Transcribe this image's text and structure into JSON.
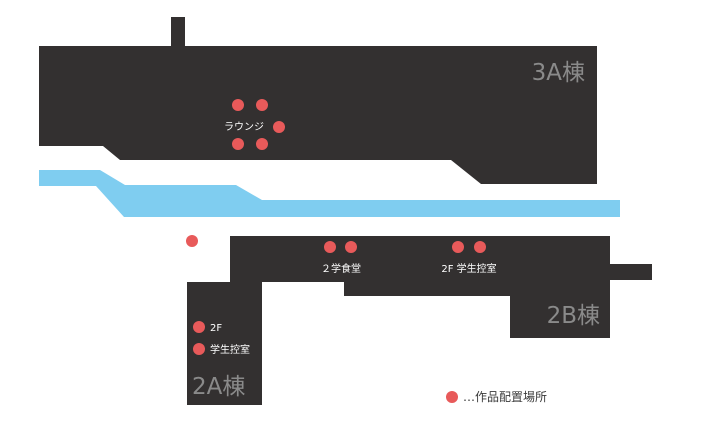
{
  "colors": {
    "building": "#333030",
    "corridor": "#7fcdf0",
    "marker": "#e85a5a",
    "building_label": "#8a8a8a",
    "room_label": "#ffffff"
  },
  "buildings": {
    "b3a": "3A棟",
    "b2b": "2B棟",
    "b2a": "2A棟"
  },
  "rooms": {
    "lounge": "ラウンジ",
    "cafeteria": "２学食堂",
    "student_room_2b": "2F 学生控室",
    "student_room_2a_floor": "2F",
    "student_room_2a_name": "学生控室"
  },
  "legend": {
    "text": "…作品配置場所"
  }
}
